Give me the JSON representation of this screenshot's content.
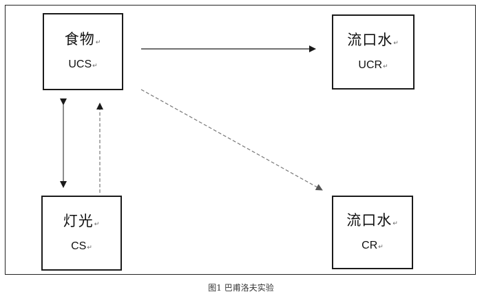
{
  "nodes": {
    "food": {
      "zh": "食物",
      "en": "UCS"
    },
    "salivation_top": {
      "zh": "流口水",
      "en": "UCR"
    },
    "light": {
      "zh": "灯光",
      "en": "CS"
    },
    "salivation_bottom": {
      "zh": "流口水",
      "en": "CR"
    }
  },
  "paragraph_mark": "↵",
  "caption": "图1 巴甫洛夫实验",
  "colors": {
    "line": "#1a1a1a",
    "dashed_line": "#666666",
    "caption": "#333333"
  }
}
